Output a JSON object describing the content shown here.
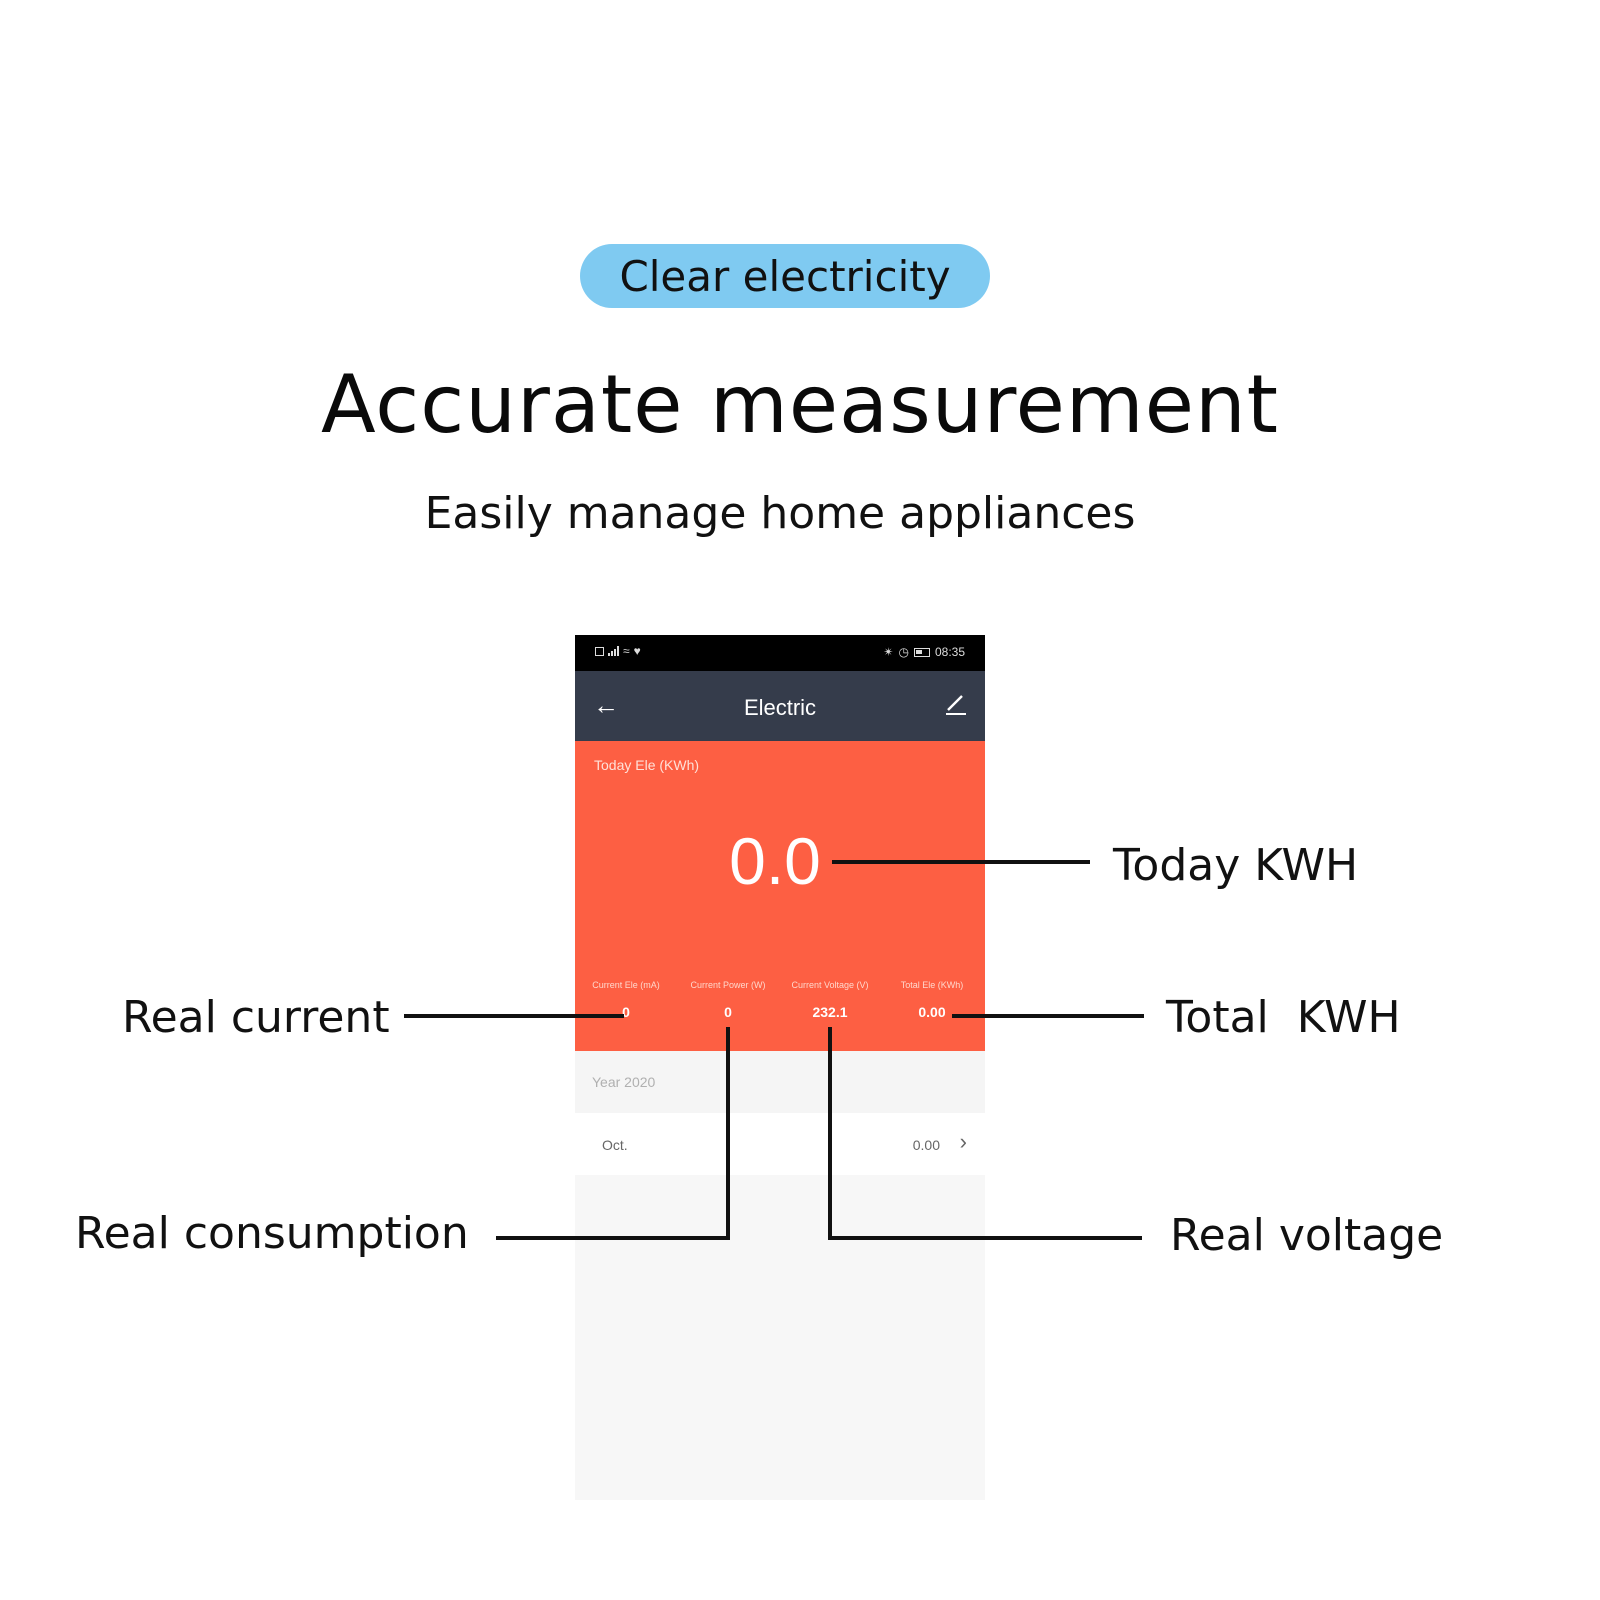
{
  "banner": {
    "pill": "Clear electricity",
    "headline": "Accurate measurement",
    "subline": "Easily manage home appliances"
  },
  "phone": {
    "status_time": "08:35",
    "nav_title": "Electric",
    "today_label": "Today Ele (KWh)",
    "today_value": "0.0",
    "stats": [
      {
        "label": "Current Ele (mA)",
        "value": "0"
      },
      {
        "label": "Current Power (W)",
        "value": "0"
      },
      {
        "label": "Current Voltage (V)",
        "value": "232.1"
      },
      {
        "label": "Total Ele (KWh)",
        "value": "0.00"
      }
    ],
    "year_label": "Year 2020",
    "month_row": {
      "name": "Oct.",
      "value": "0.00"
    }
  },
  "callouts": {
    "today_kwh": "Today KWH",
    "real_current": "Real current",
    "total_kwh": "Total  KWH",
    "real_consumption": "Real consumption",
    "real_voltage": "Real voltage"
  },
  "colors": {
    "pill": "#7fcaf1",
    "navbar": "#353c4b",
    "panel": "#fd5f43"
  },
  "icons": {
    "back": "arrow-left-icon",
    "edit": "pencil-icon",
    "chevron": "chevron-right-icon"
  }
}
